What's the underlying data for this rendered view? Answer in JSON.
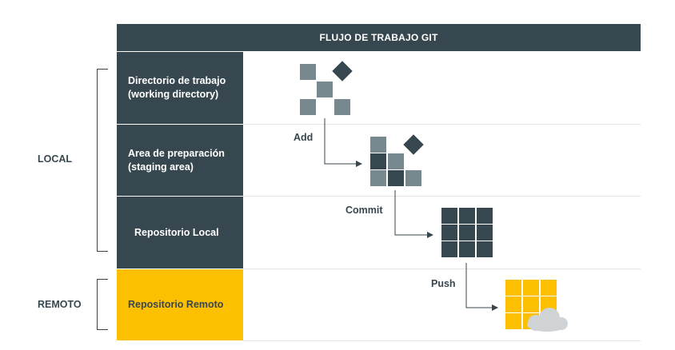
{
  "header": {
    "title": "FLUJO DE TRABAJO GIT"
  },
  "groups": {
    "local": "LOCAL",
    "remote": "REMOTO"
  },
  "stages": [
    {
      "line1": "Directorio de trabajo",
      "line2": "(working directory)"
    },
    {
      "line1": "Area de preparación",
      "line2": "(staging area)"
    },
    {
      "line1": "Repositorio Local",
      "line2": ""
    },
    {
      "line1": "Repositorio Remoto",
      "line2": ""
    }
  ],
  "steps": {
    "add": "Add",
    "commit": "Commit",
    "push": "Push"
  },
  "colors": {
    "dark": "#37474f",
    "gray": "#78888f",
    "yellow": "#fcc000",
    "cloud": "#cfd3d6",
    "line": "#e3e5e6"
  }
}
